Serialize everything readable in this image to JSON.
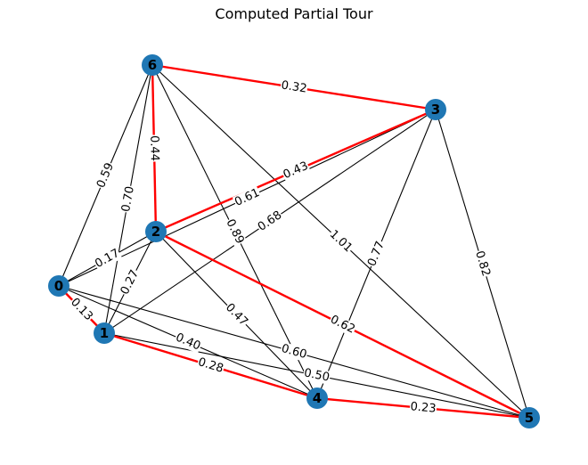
{
  "title": "Computed Partial Tour",
  "colors": {
    "node_fill": "#1f77b4",
    "edge_default": "#000000",
    "edge_tour": "#ff0000",
    "label_bg": "#ffffff"
  },
  "nodes": [
    {
      "id": "0",
      "label": "0"
    },
    {
      "id": "1",
      "label": "1"
    },
    {
      "id": "2",
      "label": "2"
    },
    {
      "id": "3",
      "label": "3"
    },
    {
      "id": "4",
      "label": "4"
    },
    {
      "id": "5",
      "label": "5"
    },
    {
      "id": "6",
      "label": "6"
    }
  ],
  "edges": [
    {
      "source": "6",
      "target": "3",
      "weight": "0.32",
      "tour": true
    },
    {
      "source": "6",
      "target": "2",
      "weight": "0.44",
      "tour": true
    },
    {
      "source": "2",
      "target": "3",
      "weight": "0.43",
      "tour": true
    },
    {
      "source": "2",
      "target": "5",
      "weight": "0.62",
      "tour": true
    },
    {
      "source": "0",
      "target": "1",
      "weight": "0.13",
      "tour": true
    },
    {
      "source": "1",
      "target": "4",
      "weight": "0.28",
      "tour": true
    },
    {
      "source": "4",
      "target": "5",
      "weight": "0.23",
      "tour": true
    },
    {
      "source": "0",
      "target": "6",
      "weight": "0.59",
      "tour": false
    },
    {
      "source": "1",
      "target": "6",
      "weight": "0.70",
      "tour": false
    },
    {
      "source": "0",
      "target": "2",
      "weight": "0.17",
      "tour": false
    },
    {
      "source": "1",
      "target": "2",
      "weight": "0.27",
      "tour": false
    },
    {
      "source": "0",
      "target": "3",
      "weight": "0.61",
      "tour": false
    },
    {
      "source": "1",
      "target": "3",
      "weight": "0.68",
      "tour": false
    },
    {
      "source": "6",
      "target": "4",
      "weight": "0.89",
      "tour": false
    },
    {
      "source": "6",
      "target": "5",
      "weight": "1.01",
      "tour": false
    },
    {
      "source": "3",
      "target": "4",
      "weight": "0.77",
      "tour": false
    },
    {
      "source": "3",
      "target": "5",
      "weight": "0.82",
      "tour": false
    },
    {
      "source": "2",
      "target": "4",
      "weight": "0.47",
      "tour": false
    },
    {
      "source": "0",
      "target": "4",
      "weight": "0.40",
      "tour": false
    },
    {
      "source": "0",
      "target": "5",
      "weight": "0.60",
      "tour": false
    },
    {
      "source": "1",
      "target": "5",
      "weight": "0.50",
      "tour": false
    }
  ]
}
